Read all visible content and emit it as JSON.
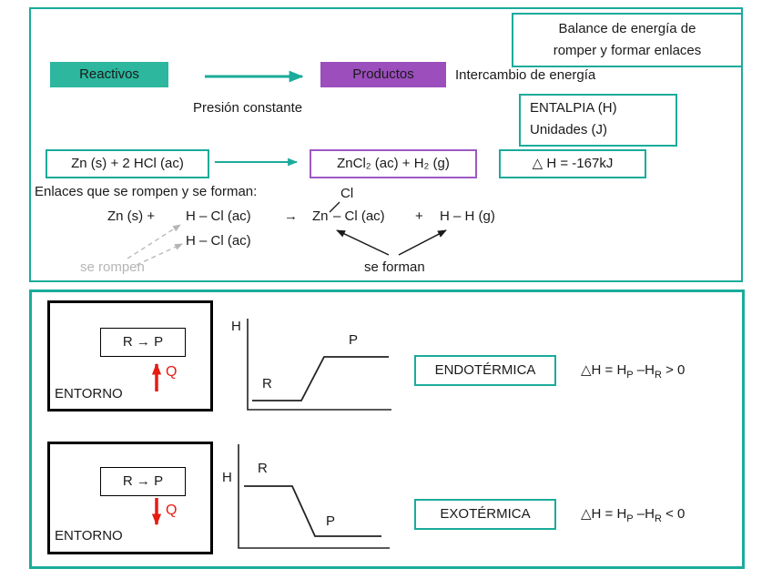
{
  "colors": {
    "teal": "#1aab9b",
    "teal_fill": "#2cb79e",
    "purple_fill": "#9b4ebc",
    "purple_border": "#9c59c4",
    "red": "#e51c12",
    "gray": "#b5b5b5"
  },
  "top_panel": {
    "balance_box": {
      "line1": "Balance de energía de",
      "line2": "romper y formar enlaces"
    },
    "reactivos_label": "Reactivos",
    "productos_label": "Productos",
    "intercambio_label": "Intercambio de energía",
    "presion_label": "Presión constante",
    "entalpia_box": {
      "line1": "ENTALPIA  (H)",
      "line2": "Unidades (J)"
    },
    "reactants_eq": "Zn (s) + 2 HCl (ac)",
    "products_eq": "ZnCl₂ (ac)  +  H₂ (g)",
    "enthalpy_value": "△ H = -167kJ",
    "enlaces_heading": "Enlaces que se rompen y se forman:",
    "bond_diagram": {
      "zn_reactant": "Zn (s) +",
      "hcl_top": "H – Cl  (ac)",
      "hcl_bottom": "H – Cl  (ac)",
      "reaction_arrow": "→",
      "cl_above": "Cl",
      "zn_product": "Zn",
      "zncl_product": "– Cl  (ac)",
      "plus_sign": "+",
      "hh_product": "H – H  (g)",
      "se_rompen_label": "se rompen",
      "se_forman_label": "se forman"
    }
  },
  "bottom_panel": {
    "endo": {
      "entorno_label": "ENTORNO",
      "system_box": "R → P",
      "q_label": "Q",
      "graph": {
        "axis_label": "H",
        "reactant_label": "R",
        "product_label": "P"
      },
      "badge": "ENDOTÉRMICA",
      "formula": {
        "p1": "△H = H",
        "s1": "P",
        "p2": " –H",
        "s2": "R",
        "p3": " > 0"
      }
    },
    "exo": {
      "entorno_label": "ENTORNO",
      "system_box": "R → P",
      "q_label": "Q",
      "graph": {
        "axis_label": "H",
        "reactant_label": "R",
        "product_label": "P"
      },
      "badge": "EXOTÉRMICA",
      "formula": {
        "p1": "△H = H",
        "s1": "P",
        "p2": " –H",
        "s2": "R",
        "p3": " < 0"
      }
    }
  }
}
